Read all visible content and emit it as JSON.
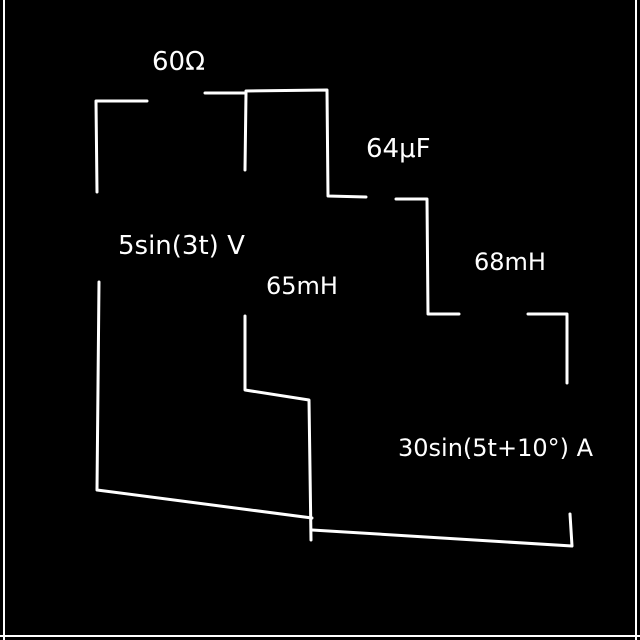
{
  "circuit": {
    "labels": {
      "resistor": "60Ω",
      "source_voltage": "5sin(3t) V",
      "inductor_1": "65mH",
      "capacitor": "64μF",
      "inductor_2": "68mH",
      "source_current": "30sin(5t+10°) A"
    }
  }
}
